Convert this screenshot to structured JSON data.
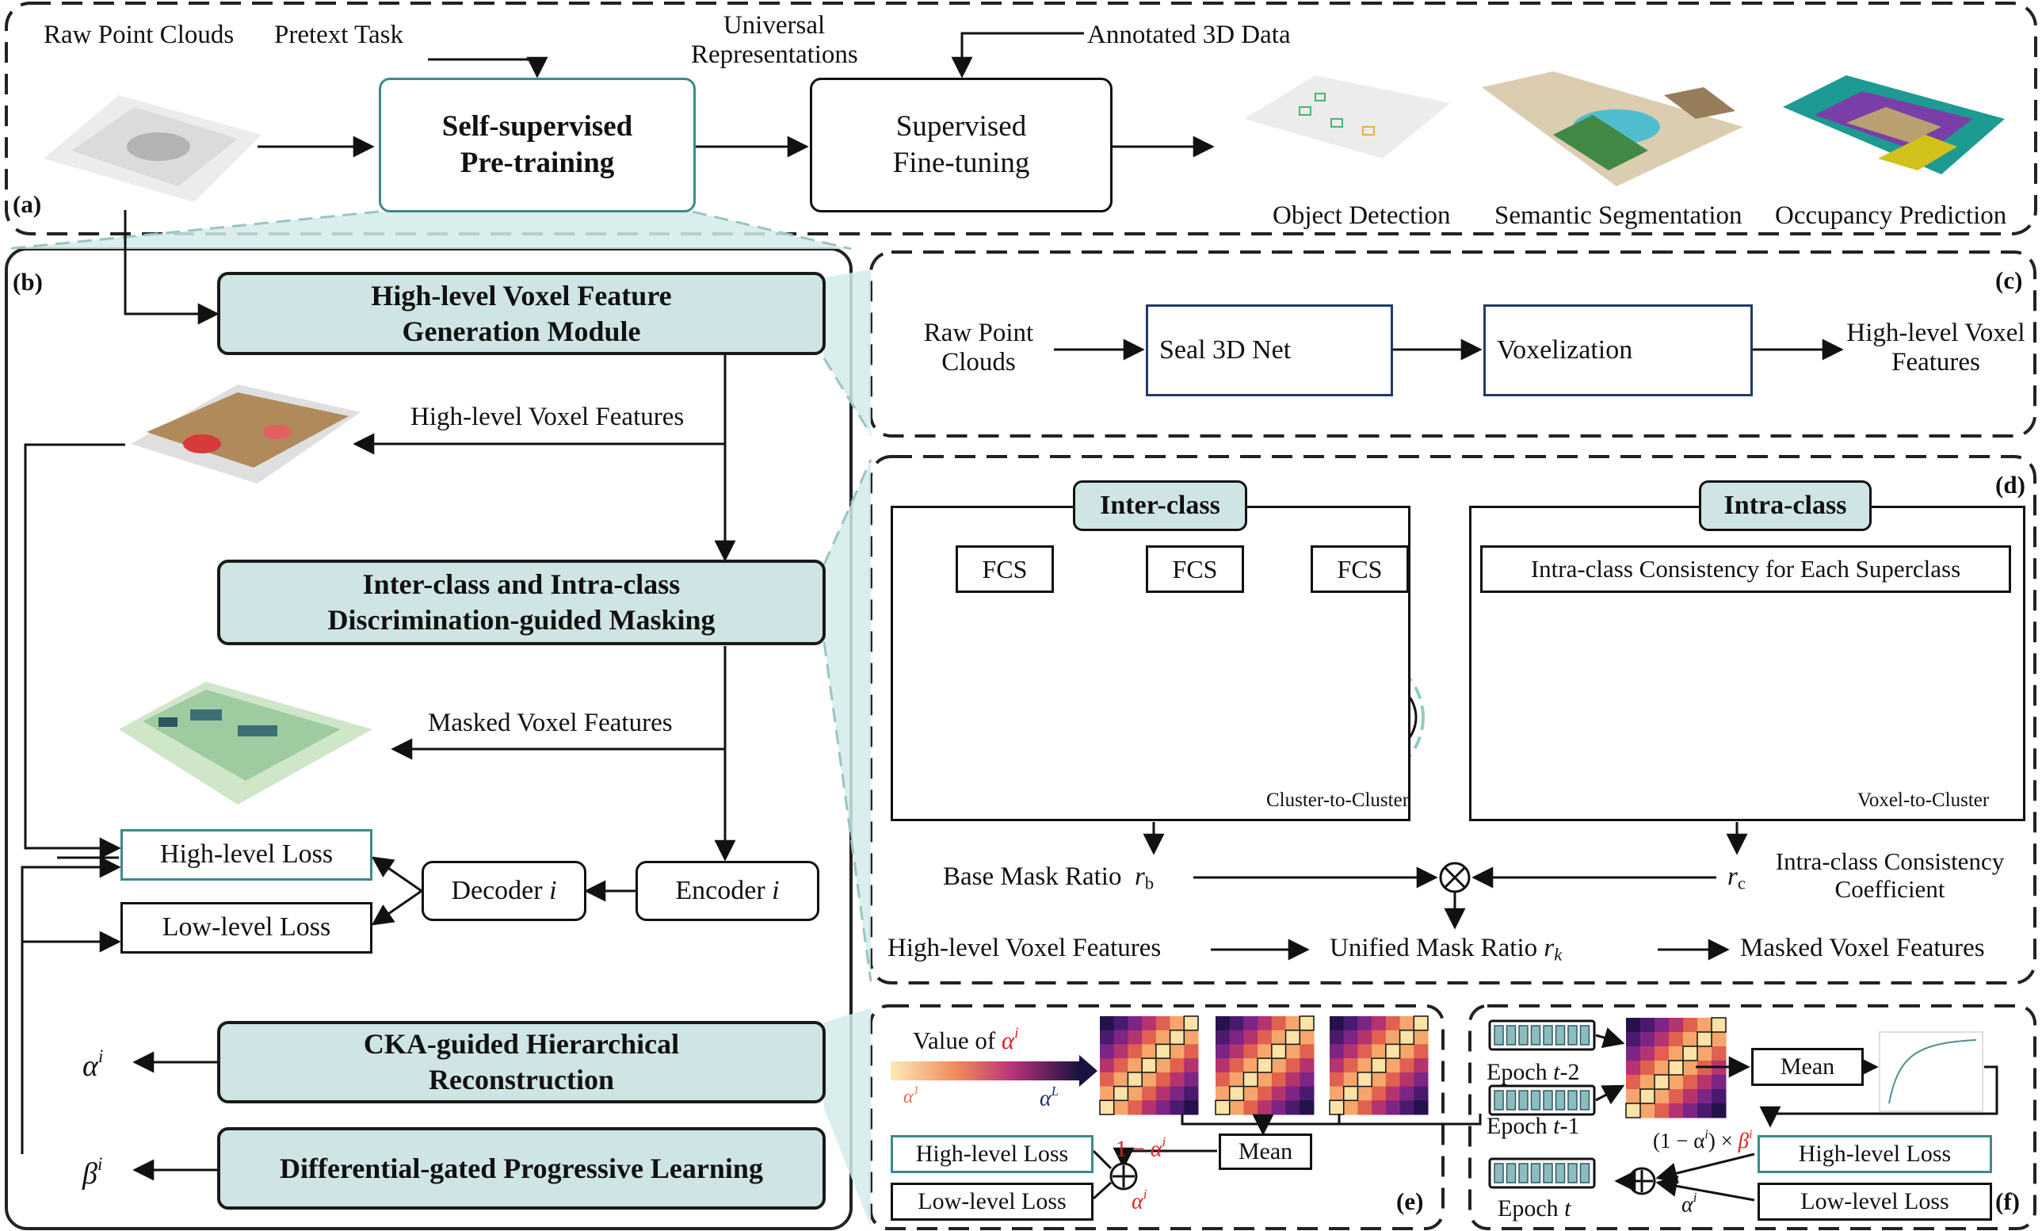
{
  "panel_tags": {
    "a": "(a)",
    "b": "(b)",
    "c": "(c)",
    "d": "(d)",
    "e": "(e)",
    "f": "(f)"
  },
  "a": {
    "raw_point_clouds": "Raw Point Clouds",
    "pretext_task": "Pretext Task",
    "universal_representations": "Universal Representations",
    "annotated_3d_data": "Annotated 3D Data",
    "pretraining_box": "Self-supervised Pre-training",
    "finetuning_box": "Supervised Fine-tuning",
    "tasks": [
      "Object Detection",
      "Semantic Segmentation",
      "Occupancy Prediction"
    ]
  },
  "b": {
    "module1": "High-level Voxel Feature Generation Module",
    "high_level_voxel_features": "High-level Voxel Features",
    "module2": "Inter-class and Intra-class Discrimination-guided Masking",
    "masked_voxel_features": "Masked Voxel Features",
    "high_level_loss": "High-level Loss",
    "low_level_loss": "Low-level Loss",
    "decoder": "Decoder",
    "encoder": "Encoder",
    "index_i": "i",
    "module3": "CKA-guided Hierarchical Reconstruction",
    "module4": "Differential-gated Progressive Learning",
    "alpha": "α",
    "beta": "β"
  },
  "c": {
    "raw_point_clouds": "Raw Point Clouds",
    "seal_net": "Seal 3D Net",
    "voxelization": "Voxelization",
    "output": "High-level Voxel Features"
  },
  "d": {
    "inter_class": "Inter-class",
    "intra_class": "Intra-class",
    "fcs": "FCS",
    "intra_consistency_box": "Intra-class Consistency for Each Superclass",
    "cluster_to_cluster": "Cluster-to-Cluster",
    "voxel_to_cluster": "Voxel-to-Cluster",
    "base_mask_ratio": "Base Mask Ratio",
    "r_b_sym": "r",
    "r_b_sub": "b",
    "r_c_sym": "r",
    "r_c_sub": "c",
    "consistency_coefficient": "Intra-class Consistency Coefficient",
    "high_level_voxel_features": "High-level Voxel Features",
    "unified_mask_ratio": "Unified Mask Ratio",
    "r_k_sym": "r",
    "r_k_sub": "k",
    "masked_voxel_features": "Masked Voxel Features"
  },
  "e": {
    "value_of": "Value of",
    "alpha": "α",
    "alpha_1_sup": "1",
    "alpha_L_sup": "L",
    "mean": "Mean",
    "one_minus": "1 −",
    "high_level_loss": "High-level Loss",
    "low_level_loss": "Low-level Loss"
  },
  "f": {
    "epoch": "Epoch",
    "epoch_t2_suffix": "-2",
    "epoch_t1_suffix": "-1",
    "t": "t",
    "mean": "Mean",
    "gate_prefix": "(1 − α",
    "gate_mid": ") ×",
    "beta": "β",
    "high_level_loss": "High-level Loss",
    "low_level_loss": "Low-level Loss",
    "alpha": "α"
  },
  "colors": {
    "teal_fill": "#cfe4e4",
    "teal_edge": "#3c8a8c",
    "dark_teal": "#3d6f78",
    "light_teal": "#8ccdc4",
    "accent_red": "#d22222",
    "navy": "#1c2a78"
  }
}
